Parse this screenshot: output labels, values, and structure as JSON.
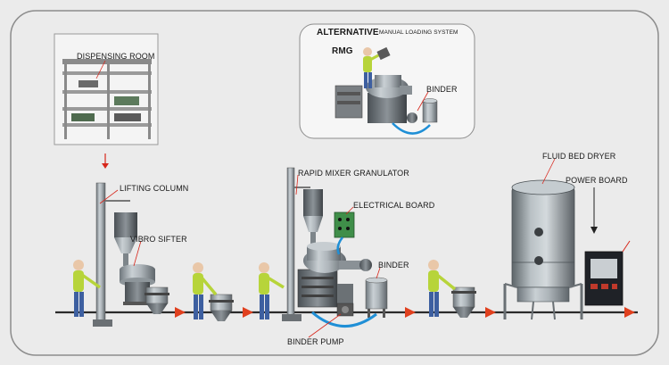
{
  "labels": {
    "dispensing_room": "DISPENSING ROOM",
    "alternative": "ALTERNATIVE",
    "manual_loading_system": "MANUAL LOADING SYSTEM",
    "rmg": "RMG",
    "binder_top": "BINDER",
    "lifting_column": "LIFTING COLUMN",
    "vibro_sifter": "VIBRO SIFTER",
    "rapid_mixer_granulator": "RAPID MIXER GRANULATOR",
    "electrical_board": "ELECTRICAL BOARD",
    "binder_main": "BINDER",
    "binder_pump": "BINDER PUMP",
    "fluid_bed_dryer": "FLUID BED DRYER",
    "power_board": "POWER BOARD"
  },
  "colors": {
    "background": "#ebebeb",
    "frame": "#8c8c8c",
    "floor_line": "#2b2b2b",
    "flow_arrow": "#e0401e",
    "leader_line": "#d7261b",
    "binder_hose": "#1f8fd6",
    "machine_metal": "#9aa2a8",
    "operator_shirt": "#b7d43a",
    "operator_pants": "#3d5fa0",
    "board_green": "#3f8e49"
  }
}
